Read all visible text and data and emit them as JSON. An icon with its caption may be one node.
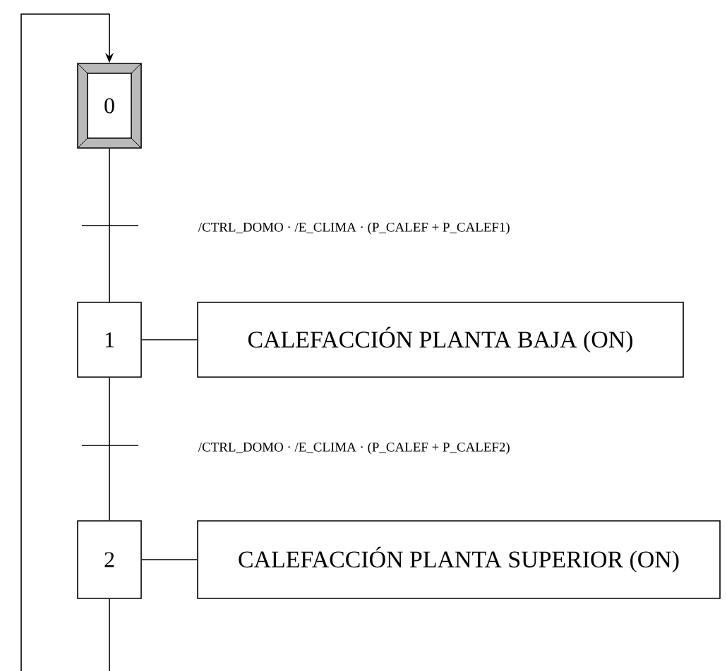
{
  "diagram": {
    "nodes": [
      {
        "text": [
          "0"
        ]
      },
      {
        "text": [
          "1"
        ]
      },
      {
        "text": [
          "CALEFACCIÓN PLANTA BAJA (ON)"
        ]
      },
      {
        "text": [
          "2"
        ]
      },
      {
        "text": [
          "CALEFACCIÓN PLANTA SUPERIOR (ON)"
        ]
      }
    ],
    "edges": [
      {
        "from": 0,
        "to": 1,
        "arrow": "none"
      },
      {
        "from": 1,
        "to": 2,
        "arrow": "none"
      },
      {
        "from": 1,
        "to": 3,
        "arrow": "none"
      },
      {
        "from": 3,
        "to": 4,
        "arrow": "none"
      },
      {
        "from": 3,
        "to": null,
        "arrow": "none"
      },
      {
        "from": null,
        "to": 0,
        "arrow": "to"
      }
    ],
    "labels": [
      "/CTRL_DOMO · /E_CLIMA · (P_CALEF + P_CALEF1)",
      "/CTRL_DOMO · /E_CLIMA · (P_CALEF + P_CALEF2)"
    ]
  }
}
